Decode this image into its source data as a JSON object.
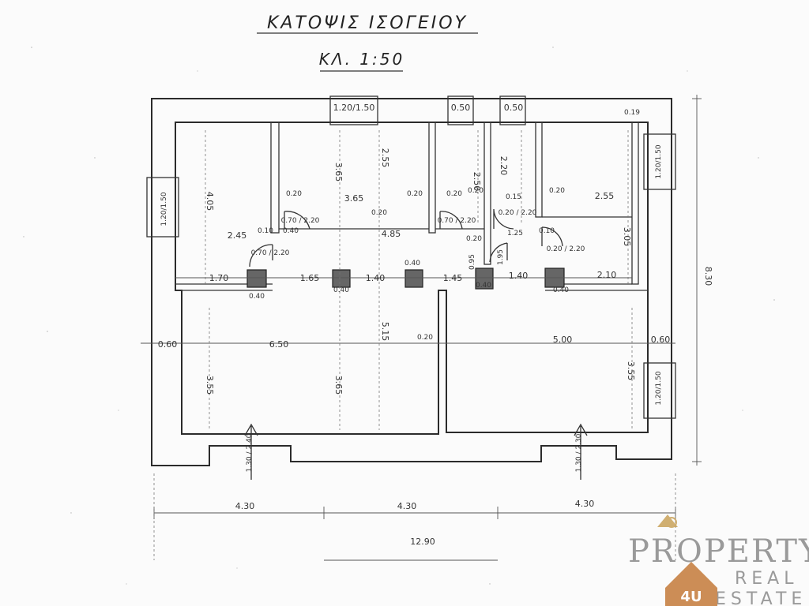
{
  "title": "ΚΑΤΟΨΙΣ ΙΣΟΓΕΙΟΥ",
  "scale": "ΚΛ. 1:50",
  "watermark": {
    "brand": "PROPERTY",
    "line2": "REAL",
    "line3": "ESTATE",
    "badge": "4U",
    "color": "#8a8a8a",
    "accent": "#c47a3a"
  },
  "dimensions": {
    "top_window_1": "1.20/1.50",
    "top_window_2": "0.50",
    "top_window_3": "0.50",
    "top_right": "0.19",
    "left_window": "1.20/1.50",
    "right_window_top": "1.20/1.50",
    "right_window_bottom": "1.20/1.50",
    "room1_height": "4.05",
    "room2_width": "3.65",
    "room2_height_a": "3.65",
    "room2_height_b": "2.55",
    "room3_height": "2.50",
    "room4_height": "2.20",
    "room5_width": "2.55",
    "room5_height": "3.05",
    "d_020_a": "0.20",
    "d_020_b": "0.20",
    "d_020_c": "0.20",
    "d_020_d": "0.20",
    "d_020_e": "0.20",
    "d_020_f": "0.20",
    "d_020_g": "0.20",
    "d_015": "0.15",
    "d_040": "0.40",
    "door_a": "0.70 / 2.20",
    "door_b": "0.70 / 2.20",
    "door_c": "0.70 / 2.20",
    "door_d": "0.20 / 2.20",
    "door_e": "0.20 / 2.20",
    "d_245": "2.45",
    "d_010_a": "0.10",
    "d_010_b": "0.10",
    "d_485": "4.85",
    "d_125": "1.25",
    "d_170": "1.70",
    "d_165": "1.65",
    "d_140_a": "1.40",
    "d_145": "1.45",
    "d_140_b": "1.40",
    "d_210": "2.10",
    "d_095": "0.95",
    "d_195": "1.95",
    "col_040_a": "0.40",
    "col_040_b": "0.40",
    "col_040_c": "0.40",
    "col_040_d": "0.40",
    "col_040_e": "0.40",
    "d_060_left": "0.60",
    "d_650": "6.50",
    "d_515": "5.15",
    "d_020_mid": "0.20",
    "d_500": "5.00",
    "d_060_right": "0.60",
    "d_355_left": "3.55",
    "d_365": "3.65",
    "d_355_right": "3.55",
    "total_height": "8.30",
    "entry_left": "1.30 / 2.40",
    "entry_right": "1.30 / 2.30",
    "bottom_1": "4.30",
    "bottom_2": "4.30",
    "bottom_3": "4.30",
    "total_width": "12.90"
  }
}
